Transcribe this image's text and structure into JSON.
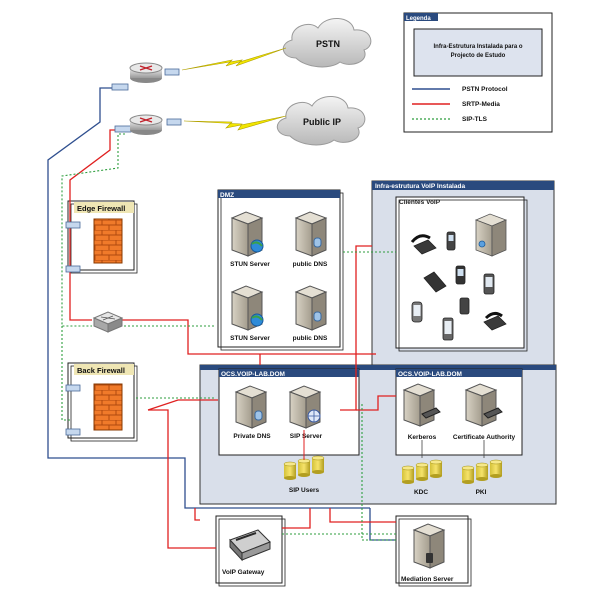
{
  "clouds": {
    "pstn": "PSTN",
    "public_ip": "Public IP"
  },
  "legend": {
    "header": "Legenda",
    "title_line1": "Infra-Estrutura Instalada para o",
    "title_line2": "Projecto de Estudo",
    "items": [
      "PSTN Protocol",
      "SRTP-Media",
      "SIP-TLS"
    ]
  },
  "firewalls": {
    "edge": "Edge Firewall",
    "back": "Back Firewall"
  },
  "dmz": {
    "label": "DMZ",
    "servers": [
      "STUN Server",
      "public DNS",
      "STUN Server",
      "public DNS"
    ]
  },
  "infra": {
    "label": "Infra-estrutura VoIP Instalada",
    "clients_label": "Clientes VoIP"
  },
  "ocs_left": {
    "label": "OCS.VOIP-LAB.DOM",
    "servers": [
      "Private DNS",
      "SIP Server"
    ],
    "db": "SIP Users"
  },
  "ocs_right": {
    "label": "OCS.VOIP-LAB.DOM",
    "servers": [
      "Kerberos",
      "Certificate Authority"
    ],
    "dbs": [
      "KDC",
      "PKI"
    ]
  },
  "gateway": {
    "label": "VoIP Gateway"
  },
  "mediation": {
    "label": "Mediation Server"
  },
  "colors": {
    "pstn": "#2f4f8f",
    "srtp": "#e02020",
    "sip": "#2e9e3e",
    "panel": "#dde3ee",
    "header": "#2a4a7e"
  }
}
